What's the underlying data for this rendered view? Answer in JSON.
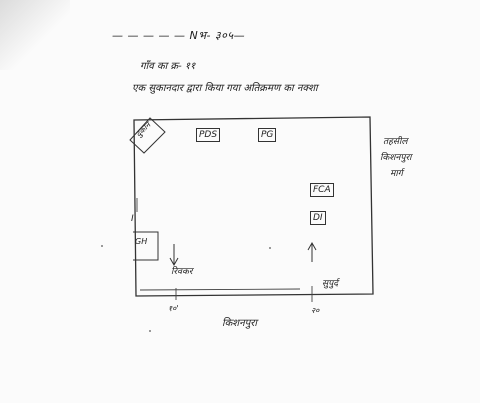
{
  "heading": {
    "line1": "— — — — — Nभ- ३०५—",
    "line2": "गाँव का क्र- ११",
    "line3": "एक सुकानदार द्वारा किया गया अतिक्रमण का नक्शा"
  },
  "plan": {
    "corner_label": "दुकान",
    "top_box_1": "PDS",
    "top_box_2": "PG",
    "right_box_1": "FCA",
    "right_box_2": "DI",
    "left_box": "GH",
    "left_mark": "I",
    "bottom_left_label": "रिवकर",
    "bottom_right_label": "सुपुर्द",
    "bottom_tick_label": "१०'",
    "bottom_right_tick_label": "२०",
    "bottom_road": "किशनपुरा",
    "right_side_line1": "तहसील",
    "right_side_line2": "किशनपुरा",
    "right_side_line3": "मार्ग"
  }
}
